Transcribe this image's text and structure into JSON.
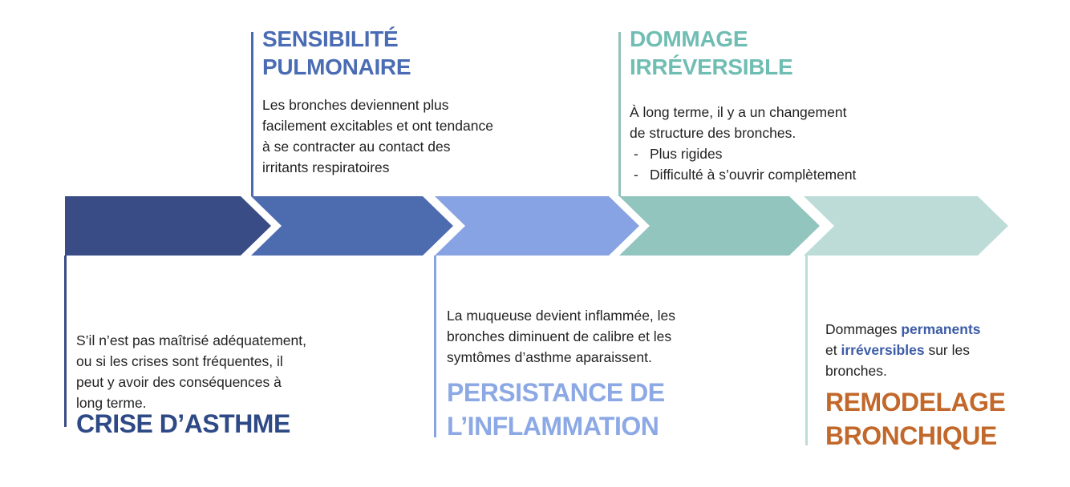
{
  "palette": {
    "arrow1": "#3A4C86",
    "arrow2": "#4D6BAF",
    "arrow3": "#88A3E3",
    "arrow4": "#92C5BD",
    "arrow5": "#BDDCD8",
    "body_text": "#222222",
    "emphasis_blue": "#3D5CA8"
  },
  "stages": [
    {
      "id": "crise-dasthme",
      "position": "bottom",
      "title_lines": [
        "CRISE D’ASTHME"
      ],
      "title_color": "#2E4A86",
      "accent_color": "#3A4C86",
      "body_lines": [
        "S’il n’est pas maîtrisé adéquatement,",
        "ou si les crises sont fréquentes, il",
        "peut y avoir des conséquences à",
        "long terme."
      ]
    },
    {
      "id": "sensibilite-pulmonaire",
      "position": "top",
      "title_lines": [
        "SENSIBILITÉ",
        "PULMONAIRE"
      ],
      "title_color": "#4A6CB4",
      "accent_color": "#4D6BAF",
      "body_lines": [
        "Les bronches deviennent plus",
        "facilement excitables et ont tendance",
        "à se contracter au contact des",
        "irritants respiratoires"
      ]
    },
    {
      "id": "persistance-de-linflammation",
      "position": "bottom",
      "title_lines": [
        "PERSISTANCE DE",
        "L’INFLAMMATION"
      ],
      "title_color": "#8CA9E5",
      "accent_color": "#88A3E3",
      "body_lines": [
        "La muqueuse devient inflammée, les",
        "bronches diminuent de calibre et les",
        "symtômes d’asthme aparaissent."
      ]
    },
    {
      "id": "dommage-irreversible",
      "position": "top",
      "title_lines": [
        "DOMMAGE",
        "IRRÉVERSIBLE"
      ],
      "title_color": "#6FBDB3",
      "accent_color": "#8FC2BB",
      "body_lines": [
        "À long terme, il y a un changement",
        "de structure des bronches."
      ],
      "bullet_marker": "-",
      "bullets": [
        "Plus rigides",
        "Difficulté à s’ouvrir complètement"
      ]
    },
    {
      "id": "remodelage-bronchique",
      "position": "bottom",
      "title_lines": [
        "REMODELAGE",
        "BRONCHIQUE"
      ],
      "title_color": "#C2682B",
      "accent_color": "#BDDCD8",
      "body_runs": [
        [
          {
            "text": "Dommages "
          },
          {
            "text": "permanents",
            "emphasis": true
          }
        ],
        [
          {
            "text": "et "
          },
          {
            "text": "irréversibles",
            "emphasis": true
          },
          {
            "text": " sur les"
          }
        ],
        [
          {
            "text": "bronches."
          }
        ]
      ]
    }
  ]
}
